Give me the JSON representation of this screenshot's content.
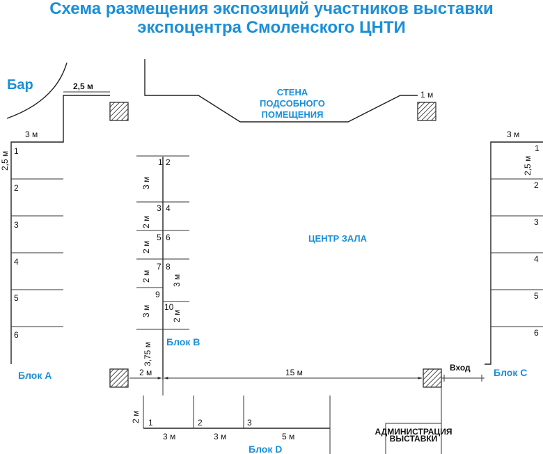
{
  "title": {
    "line1": "Схема размещения экспозиций участников выставки",
    "line2": "экспоцентра Смоленского ЦНТИ"
  },
  "zones": {
    "bar": "Бар",
    "wall_line1": "СТЕНА",
    "wall_line2": "ПОДСОБНОГО",
    "wall_line3": "ПОМЕЩЕНИЯ",
    "center": "ЦЕНТР ЗАЛА",
    "entrance": "Вход",
    "admin_line1": "АДМИНИСТРАЦИЯ",
    "admin_line2": "ВЫСТАВКИ"
  },
  "blocks": {
    "a": "Блок A",
    "b": "Блок B",
    "c": "Блок C",
    "d": "Блок D"
  },
  "dimensions": {
    "bar_gap": "2,5 м",
    "column_size": "1 м",
    "a_width": "3 м",
    "a_depth": "2,5 м",
    "c_width": "3 м",
    "c_depth": "2,5 м",
    "b_w1": "3 м",
    "b_w2": "2 м",
    "b_w3": "2 м",
    "b_w4": "2 м",
    "b_w5": "3 м",
    "b_w6": "3,75 м",
    "b_e1": "3 м",
    "b_e2": "2 м",
    "gap_2m": "2 м",
    "hall_15m": "15 м",
    "d_depth": "2 м",
    "d_w1": "3 м",
    "d_w2": "3 м",
    "d_w3": "5 м"
  },
  "stands": {
    "a": [
      "1",
      "2",
      "3",
      "4",
      "5",
      "6"
    ],
    "c": [
      "1",
      "2",
      "3",
      "4",
      "5",
      "6"
    ],
    "b": [
      "1",
      "2",
      "3",
      "4",
      "5",
      "6",
      "7",
      "8",
      "9",
      "10"
    ],
    "d": [
      "1",
      "2",
      "3"
    ]
  }
}
